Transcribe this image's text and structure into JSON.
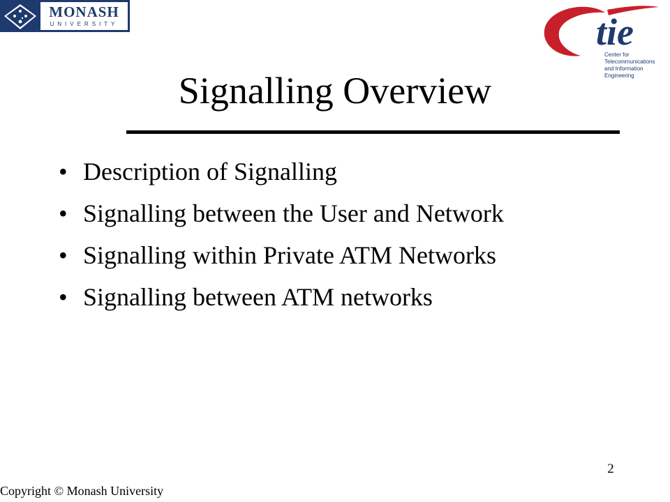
{
  "logos": {
    "monash": {
      "name": "MONASH",
      "subtitle": "UNIVERSITY",
      "color": "#1e3a6e"
    },
    "ctie": {
      "wordmark": "ctie",
      "subtitle": "Center for Telecommunications\nand Information Engineering",
      "swoosh_color": "#c8202a",
      "text_color": "#1e3a6e"
    }
  },
  "slide": {
    "title": "Signalling Overview",
    "bullets": [
      "Description of Signalling",
      "Signalling between the User and Network",
      "Signalling within Private ATM Networks",
      "Signalling between ATM networks"
    ],
    "bullet_glyph": "•",
    "page_number": "2",
    "copyright": "Copyright © Monash University"
  }
}
